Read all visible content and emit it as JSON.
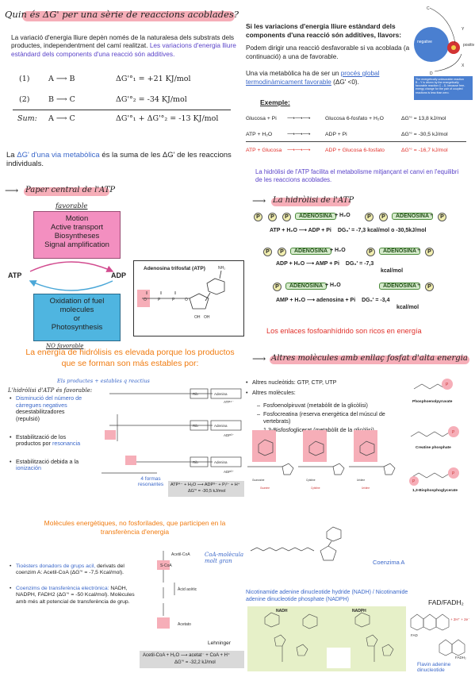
{
  "left": {
    "title": "Quin és ΔG' per una sèrie de reaccions acoblades?",
    "intro": "La variació d'energia lliure depèn només de la naturalesa dels substrats dels productes, independentment del camí realitzat.",
    "intro_blue": "Les variacions d'energia lliure estàndard dels components d'una reacció són additives.",
    "rows": [
      {
        "num": "(1)",
        "reaction": "A ⟶ B",
        "dg": "ΔG'°₁ = +21 KJ/mol"
      },
      {
        "num": "(2)",
        "reaction": "B ⟶ C",
        "dg": "ΔG'°₂ = -34 KJ/mol"
      },
      {
        "num": "Sum:",
        "reaction": "A ⟶ C",
        "dg": "ΔG'°₁ + ΔG'°₂ = -13 KJ/mol"
      }
    ],
    "pathway_a": "La",
    "pathway_b": "ΔG' d'una via metabòlica",
    "pathway_c": "és la suma de les ΔG' de les reaccions individuals.",
    "atp_title": "Paper central de l'ATP",
    "favorable": "favorable",
    "pink_box": [
      "Motion",
      "Active transport",
      "Biosyntheses",
      "Signal amplification"
    ],
    "atp": "ATP",
    "adp": "ADP",
    "blue_box": [
      "Oxidation of fuel",
      "molecules",
      "or",
      "Photosynthesis"
    ],
    "no_favorable": "NO favorable",
    "adenosine_label": "Adenosina trifosfat (ATP)",
    "hydro_title": "La energía de hidrólisis es elevada porque los productos que se forman son más estables por:",
    "hydro_note": "L'hidròlisi d'ATP és favorable:",
    "hydro_note_blue": "Els productes + estables q reactius",
    "bullets": [
      {
        "blue": "Disminució del número de càrregues negatives",
        "black": "desestabilitzadores (repulsió)"
      },
      {
        "black": "Estabilització de los productos por",
        "blue": "resonancia"
      },
      {
        "black": "Estabilització debida a la",
        "blue": "ionización"
      }
    ],
    "four_forms": "4 formas resonantes",
    "atp_eq": "ATP⁴⁻ + H₂O ⟶ ADP³⁻ + Pᵢ²⁻ + H⁺",
    "atp_dg": "ΔG'° = -30,5 kJ/mol",
    "nonphos_title": "Molècules energètiques, no fosforilades, que participen en la transferència d'energia",
    "thio_blue": "Tioèsters donadors de grups acil,",
    "thio_black": "derivats del coenzim A: Acetil-CoA (ΔG'° = -7,5 Kcal/mol).",
    "coenz_blue": "Coenzims de transferència electrònica:",
    "coenz_black": "NADH, NADPH, FADH2 (ΔG'° = -50 Kcal/mol). Molècules amb més alt potencial de transferència de grup.",
    "acetyl_eq": "Acetil-CoA + H₂O ⟶ acetat⁻ + CoA + H⁺",
    "acetyl_dg": "ΔG'° = -32,2 kJ/mol",
    "lehninger": "Lehninger"
  },
  "right": {
    "additive_title": "Si les variacions d'energia lliure estàndard dels components d'una reacció són additives, llavors:",
    "couple": "Podem dirigir una reacció desfavorable si va acoblada (a continuació) a una de favorable.",
    "via_a": "Una via metabòlica ha de ser un",
    "via_blue": "procés global termodinàmicament favorable",
    "via_c": "(ΔG' <0).",
    "exemple": "Exemple:",
    "examples": [
      {
        "left": "Glucosa + Pi",
        "right": "Glucosa 6-fosfato + H₂O",
        "dg": "ΔG'° = 13,8 kJ/mol",
        "red": false
      },
      {
        "left": "ATP + H₂O",
        "right": "ADP + Pi",
        "dg": "ΔG'° = -30,5 kJ/mol",
        "red": false
      },
      {
        "left": "ATP + Glucosa",
        "right": "ADP + Glucosa 6-fosfato",
        "dg": "ΔG'° = -16,7 kJ/mol",
        "red": true
      }
    ],
    "atp_facilita": "La hidròlisi de l'ATP facilita el metabolisme mitjançant el canvi en l'equilibri de les reaccions acoblades.",
    "hydro_title": "La hidròlisi de l'ATP",
    "adenosina": "ADENOSINA",
    "h2o": "+ H₂O",
    "r1": {
      "eq": "ATP + H₂O ⟶ ADP + Pi",
      "dg": "DG₀' = -7,3 kcal/mol o -30,5kJ/mol"
    },
    "r2": {
      "eq": "ADP + H₂O ⟶ AMP + Pi",
      "dg": "DG₀' = -7,3",
      "dg2": "kcal/mol"
    },
    "r3": {
      "eq": "AMP + H₂O ⟶ adenosina + Pi",
      "dg": "DG₀' = -3,4",
      "dg2": "kcal/mol"
    },
    "p": "P",
    "enlaces": "Los enlaces fosfoanhídrido son ricos en energía",
    "altres_title": "Altres molècules amb enllaç fosfat d'alta energia",
    "nucleotids": "Altres nucleòtids: GTP, CTP, UTP",
    "molecules": "Altres molècules:",
    "sub": [
      "Fosfoenolpiruvat (metabòlit de la glicòlisi)",
      "Fosfocreatina (reserva energètica del múscul de vertebrats)",
      "1,3-Bisfosfoglicerat (metabòlit de la glicòlisi)"
    ],
    "mol_labels": [
      "Phosphoenolpyruvate",
      "Creatine phosphate",
      "1,3-Bisphosphoglycerate"
    ],
    "ntp": [
      "Guanosine triphosphate (GTP)",
      "Cytidine triphosphate (CTP)",
      "Uridine triphosphate (UTP)"
    ],
    "coa": "Coenzima A",
    "nadh": "Nicotinamide adenine dinucleotide hydride (NADH) / Nicotinamide adenine dinucleotide phosphate (NADPH)",
    "nadh_l": "NADH",
    "nadph_l": "NADPH",
    "fad": "FAD/FADH₂",
    "fad_name": "Flavin adenine dinucleotide",
    "legend_text": "The energetically unfavorable reaction B→Y is driven by the energetically favorable reaction C→D, because free-energy change for the pair of coupled reactions is less than zero."
  },
  "colors": {
    "pink": "#f6aeb8",
    "blue": "#3a67c9",
    "orange": "#f07b10",
    "red": "#e0302a"
  }
}
